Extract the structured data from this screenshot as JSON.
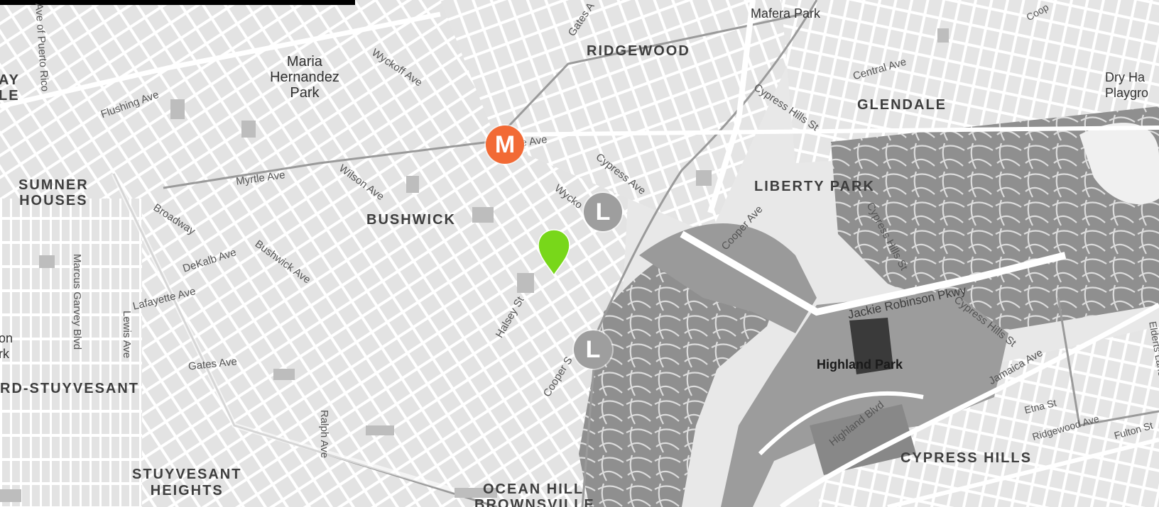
{
  "map": {
    "colors": {
      "land": "#e6e6e6",
      "street": "#ffffff",
      "park": "#8c8c8c",
      "park_dark": "#2f2f2f",
      "m_line": "#f26a35",
      "l_line": "#9e9e9e",
      "pin": "#78d71a"
    },
    "markers": {
      "m_station": {
        "letter": "M",
        "color": "#f26a35"
      },
      "l_station_1": {
        "letter": "L",
        "color": "#9e9e9e"
      },
      "l_station_2": {
        "letter": "L",
        "color": "#9e9e9e"
      },
      "location_pin": {
        "icon": "map-pin-icon",
        "color": "#78d71a"
      }
    },
    "neighborhoods": {
      "ridgewood": "RIDGEWOOD",
      "glendale": "GLENDALE",
      "liberty_park": "LIBERTY PARK",
      "bushwick": "BUSHWICK",
      "sumner_houses": "SUMNER\nHOUSES",
      "bed_stuy": "RD-STUYVESANT",
      "stuyvesant_heights": "STUYVESANT\nHEIGHTS",
      "ocean_hill": "OCEAN HILL",
      "brownsville": "BROWNSVILLE",
      "cypress_hills": "CYPRESS HILLS",
      "partial_left_top": "AY\nLE"
    },
    "parks": {
      "maria_hernandez": "Maria\nHernandez\nPark",
      "mafera": "Mafera Park",
      "highland": "Highland Park",
      "dry_harbor": "Dry Ha\nPlaygro",
      "partial_left": "on\nrk"
    },
    "streets": {
      "ave_puerto_rico": "Ave of Puerto Rico",
      "flushing_ave": "Flushing Ave",
      "wyckoff_ave_top": "Wyckoff Ave",
      "gates_ave_top": "Gates A",
      "myrtle_ave": "Myrtle Ave",
      "wilson_ave": "Wilson Ave",
      "myrtle_ave_partial": "le Ave",
      "broadway": "Broadway",
      "dekalb_ave": "DeKalb Ave",
      "bushwick_ave": "Bushwick Ave",
      "lafayette_ave": "Lafayette Ave",
      "marcus_garvey": "Marcus Garvey Blvd",
      "lewis_ave": "Lewis Ave",
      "gates_ave": "Gates Ave",
      "ralph_ave": "Ralph Ave",
      "halsey_st": "Halsey St",
      "cooper_st": "Cooper S",
      "wyckoff_partial": "Wycko",
      "cypress_ave": "Cypress Ave",
      "cypress_hills_st_top": "Cypress Hills St",
      "central_ave": "Central Ave",
      "cooper_ave": "Cooper Ave",
      "cypress_hills_st_mid": "Cypress Hills St",
      "jackie_robinson": "Jackie Robinson Pkwy",
      "cypress_hills_st_bottom": "Cypress Hills St",
      "jamaica_ave": "Jamaica Ave",
      "highland_blvd": "Highland Blvd",
      "etna_st": "Etna St",
      "ridgewood_ave": "Ridgewood Ave",
      "fulton_st": "Fulton St",
      "elderts_lane": "Elderts Lane",
      "cooper_top_right": "Coop"
    }
  }
}
